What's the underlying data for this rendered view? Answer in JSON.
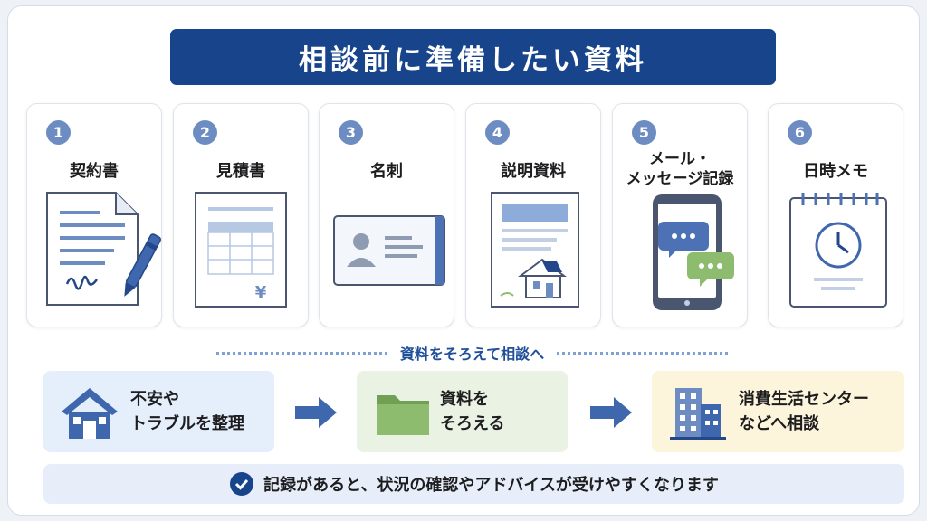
{
  "title": "相談前に準備したい資料",
  "items": [
    {
      "number": "1",
      "label": "契約書",
      "icon": "contract-pen-icon"
    },
    {
      "number": "2",
      "label": "見積書",
      "icon": "estimate-sheet-icon"
    },
    {
      "number": "3",
      "label": "名刺",
      "icon": "business-card-icon"
    },
    {
      "number": "4",
      "label": "説明資料",
      "icon": "brochure-house-icon"
    },
    {
      "number": "5",
      "label": "メール・\nメッセージ記録",
      "icon": "smartphone-chat-icon"
    },
    {
      "number": "6",
      "label": "日時メモ",
      "icon": "calendar-clock-icon"
    }
  ],
  "separator": "資料をそろえて相談へ",
  "steps": [
    {
      "lines": [
        "不安や",
        "トラブルを整理"
      ],
      "icon": "house-icon"
    },
    {
      "lines": [
        "資料を",
        "そろえる"
      ],
      "icon": "folder-icon"
    },
    {
      "lines": [
        "消費生活センター",
        "などへ相談"
      ],
      "icon": "building-icon"
    }
  ],
  "footer": "記録があると、状況の確認やアドバイスが受けやすくなります",
  "colors": {
    "navy": "#17448b",
    "badge": "#6d8dc2",
    "accent_blue": "#3f67ad",
    "green": "#8ebc6f"
  }
}
